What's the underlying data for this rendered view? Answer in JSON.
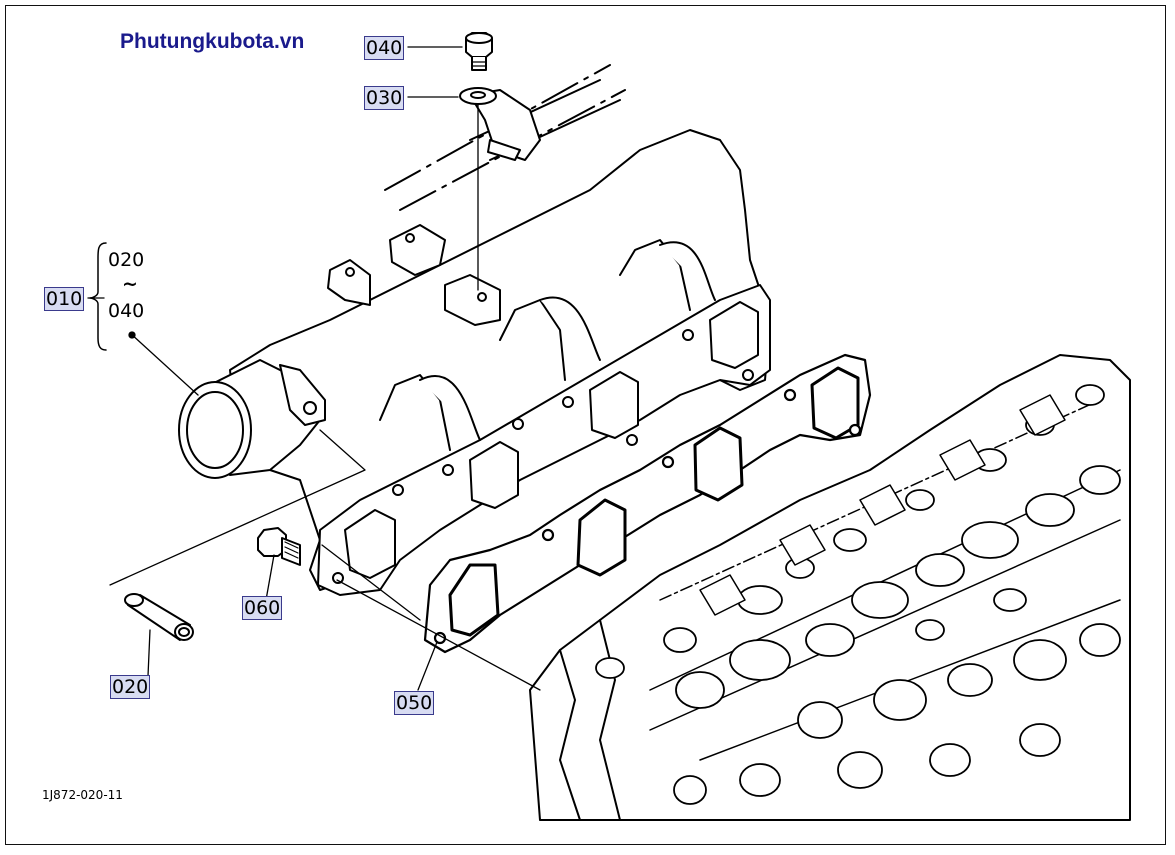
{
  "brand": "Phutungkubota.vn",
  "drawing_code": "1J872-020-11",
  "callouts": {
    "p040_top": "040",
    "p030": "030",
    "p010": "010",
    "p020_range_start": "020",
    "p020_range_sep": "~",
    "p040_range_end": "040",
    "p060": "060",
    "p020_bottom": "020",
    "p050": "050"
  }
}
